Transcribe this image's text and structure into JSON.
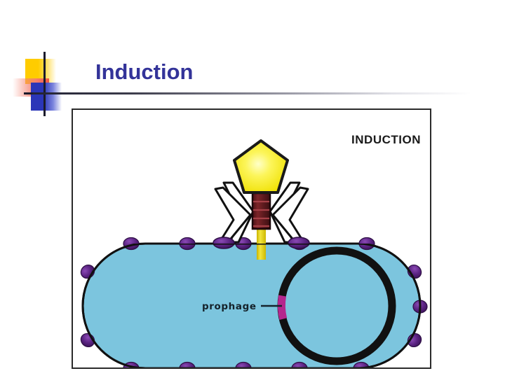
{
  "slide": {
    "title": "Induction",
    "title_color": "#333399",
    "background_color": "#ffffff"
  },
  "decoration": {
    "name": "powerpoint-title-accent",
    "yellow_color": "#ffcc00",
    "red_color": "#f15642",
    "blue_color": "#2b36b8",
    "line_color": "#1b1b2b"
  },
  "figure": {
    "caption": "INDUCTION",
    "border_color": "#2b2b2b",
    "background_color": "#ffffff",
    "labels": {
      "prophage": "prophage"
    },
    "colors": {
      "bacterium_fill": "#7cc5de",
      "bacterium_outline": "#111111",
      "receptor_purple": "#5a2382",
      "chromosome_black": "#111111",
      "prophage_magenta": "#b5278e",
      "phage_head_yellow": "#f2e800",
      "phage_head_highlight": "#fbfbb8",
      "phage_sheath_maroon": "#6b1f23",
      "phage_tail_yellow": "#e8d62a",
      "phage_leg_fill": "#ffffff",
      "phage_leg_outline": "#111111"
    },
    "elements": {
      "bacterium": "bacterial-cell",
      "chromosome": "bacterial-chromosome",
      "prophage_segment": "prophage-dna-segment",
      "phage": "bacteriophage",
      "phage_head": "phage-capsid-head",
      "phage_sheath": "phage-tail-sheath",
      "phage_tail_tube": "phage-tail-tube",
      "phage_legs": "phage-tail-fibers",
      "receptors": "membrane-receptors"
    }
  }
}
